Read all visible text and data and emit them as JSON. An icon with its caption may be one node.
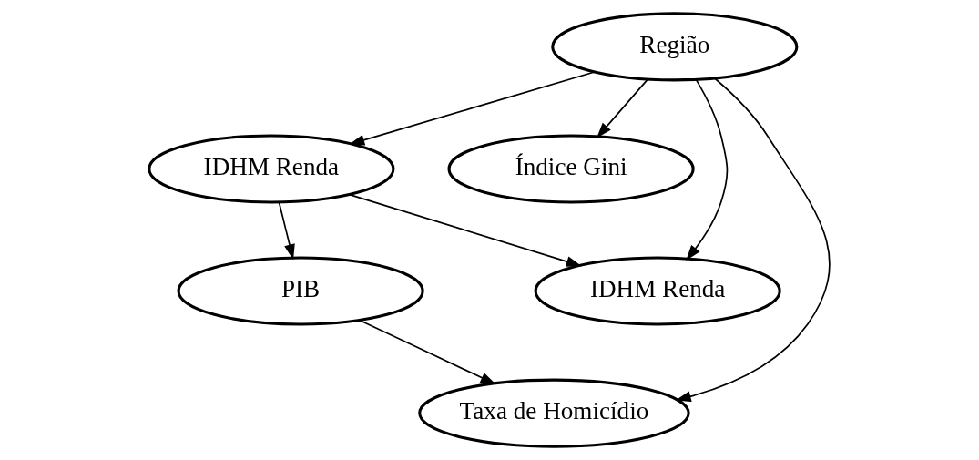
{
  "diagram": {
    "nodes": [
      {
        "text": [
          "Região"
        ]
      },
      {
        "text": [
          "IDHM Renda"
        ]
      },
      {
        "text": [
          "Índice Gini"
        ]
      },
      {
        "text": [
          "PIB"
        ]
      },
      {
        "text": [
          "IDHM Renda"
        ]
      },
      {
        "text": [
          "Taxa de Homicídio"
        ]
      }
    ],
    "edges": [
      {
        "from": 0,
        "to": 2,
        "arrow": "to"
      },
      {
        "from": 0,
        "to": 5,
        "arrow": "to"
      },
      {
        "from": 0,
        "to": 1,
        "arrow": "to"
      },
      {
        "from": 0,
        "to": 4,
        "arrow": "to"
      },
      {
        "from": 1,
        "to": 3,
        "arrow": "to"
      },
      {
        "from": 1,
        "to": 4,
        "arrow": "to"
      },
      {
        "from": 3,
        "to": 5,
        "arrow": "to"
      }
    ]
  }
}
